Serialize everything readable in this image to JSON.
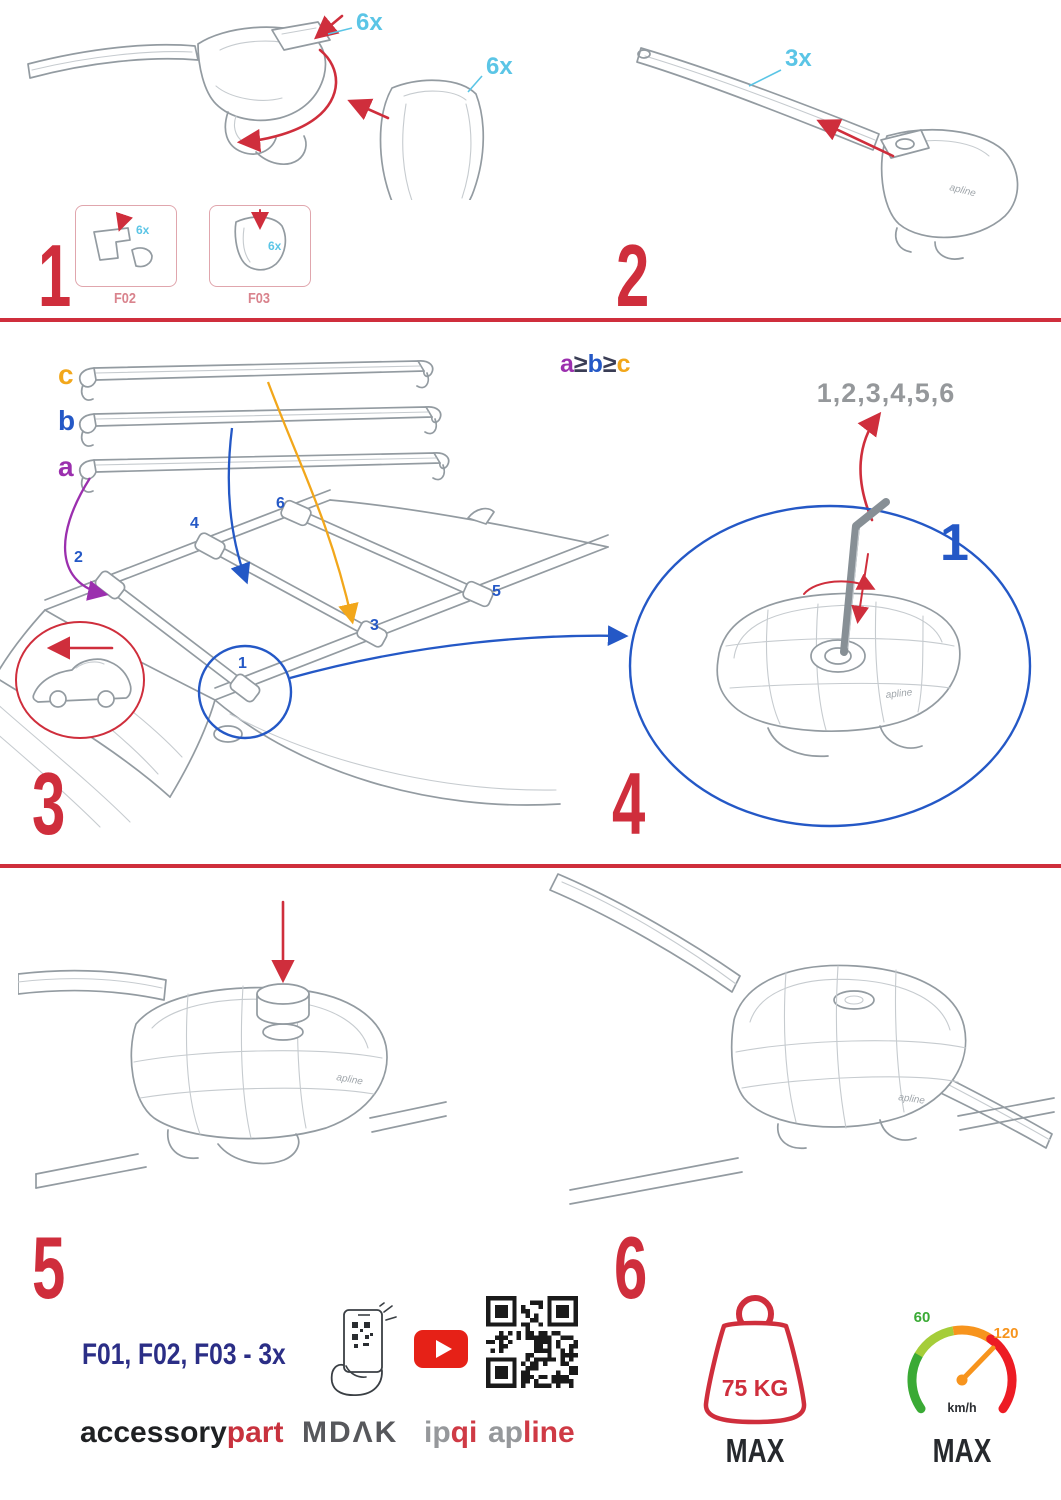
{
  "accents": {
    "red": "#cf2e3c",
    "cyan": "#5bc5e6",
    "blue": "#2458c6",
    "purple": "#9b2fae",
    "orange": "#f2a71b",
    "navy": "#2b2e86",
    "gray": "#95989b",
    "green": "#3aaa35",
    "speed_orange": "#f7941d"
  },
  "product": {
    "logo": "apline"
  },
  "step1": {
    "number": "1",
    "qty_cover": "6x",
    "qty_cap": "6x",
    "thumbs": [
      {
        "label": "F02",
        "qty": "6x"
      },
      {
        "label": "F03",
        "qty": "6x"
      }
    ]
  },
  "step2": {
    "number": "2",
    "qty": "3x"
  },
  "step3": {
    "number": "3",
    "bar_a": "a",
    "bar_b": "b",
    "bar_c": "c",
    "rule": {
      "a": "a",
      "op1": "≥",
      "b": "b",
      "op2": "≥",
      "c": "c"
    },
    "positions": [
      "1",
      "2",
      "3",
      "4",
      "5",
      "6"
    ]
  },
  "step4": {
    "number": "4",
    "sequence": "1,2,3,4,5,6",
    "callout": "1"
  },
  "step5": {
    "number": "5"
  },
  "step6": {
    "number": "6"
  },
  "limits": {
    "weight": "75 KG",
    "weight_max": "MAX",
    "speed_low": "60",
    "speed_high": "120",
    "speed_unit": "km/h",
    "speed_max": "MAX"
  },
  "footer": {
    "parts": "F01, F02, F03 - 3x",
    "brand_accessory": "accessory",
    "brand_part": "part",
    "brand_mdak": "MDΛK",
    "brand_ip": "ip",
    "brand_qi": "qi",
    "brand_ap": "ap",
    "brand_line": "line"
  }
}
